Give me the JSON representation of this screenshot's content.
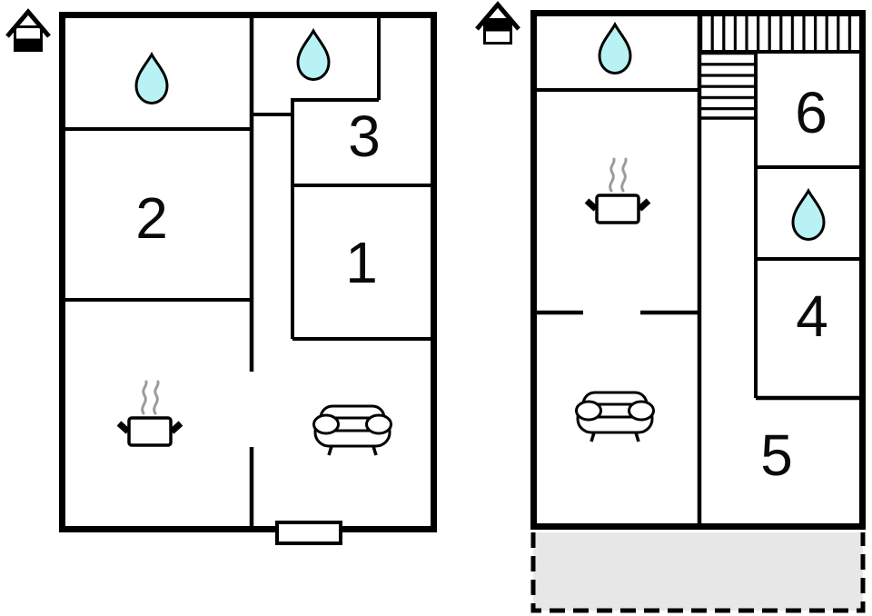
{
  "colors": {
    "wall": "#000000",
    "water_drop": "#b9f2f4",
    "terrace_fill": "#e7e7e7",
    "steam": "#9b9b9b",
    "background": "#ffffff"
  },
  "floors": {
    "left": {
      "level_icon": "house-ground-floor-icon",
      "rooms": [
        {
          "id": "room-1",
          "label": "1"
        },
        {
          "id": "room-2",
          "label": "2"
        },
        {
          "id": "room-3",
          "label": "3"
        }
      ],
      "features": [
        "water-drop-icon",
        "water-drop-icon",
        "cooking-pot-icon",
        "sofa-icon",
        "window"
      ]
    },
    "right": {
      "level_icon": "house-upper-floor-icon",
      "rooms": [
        {
          "id": "room-4",
          "label": "4"
        },
        {
          "id": "room-5",
          "label": "5"
        },
        {
          "id": "room-6",
          "label": "6"
        }
      ],
      "features": [
        "water-drop-icon",
        "water-drop-icon",
        "cooking-pot-icon",
        "sofa-icon",
        "staircase",
        "terrace"
      ]
    }
  }
}
